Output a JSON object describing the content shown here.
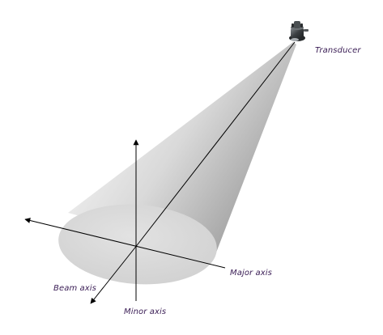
{
  "labels": {
    "transducer": "Transducer",
    "major_axis": "Major axis",
    "beam_axis": "Beam axis",
    "minor_axis": "Minor axis"
  },
  "colors": {
    "label_text": "#3a1d55",
    "axis_line": "#000000",
    "cone_light": "#f1f1f1",
    "cone_mid": "#cdcdcd",
    "cone_dark": "#9c9c9c",
    "ellipse_fill": "#d8d8d8",
    "transducer_body": "#3b3f42"
  },
  "icons": {
    "transducer": "transducer-icon"
  }
}
